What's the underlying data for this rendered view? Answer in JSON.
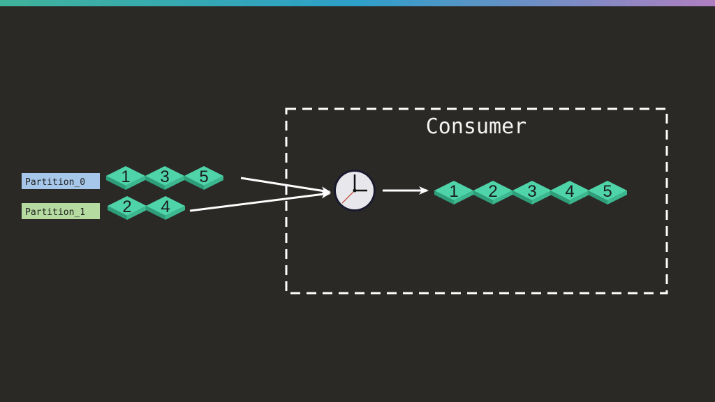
{
  "consumer": {
    "title": "Consumer"
  },
  "partitions": [
    {
      "label": "Partition_0",
      "color": "#a7c7ea",
      "messages": [
        "1",
        "3",
        "5"
      ]
    },
    {
      "label": "Partition_1",
      "color": "#b5dba1",
      "messages": [
        "2",
        "4"
      ]
    }
  ],
  "output": {
    "messages": [
      "1",
      "2",
      "3",
      "4",
      "5"
    ]
  },
  "icons": {
    "clock": "clock-icon"
  },
  "colors": {
    "background": "#2b2926",
    "tile_top": "#4fd4aa",
    "tile_side": "#2e9e7a",
    "arrow": "#ffffff",
    "dashed_box": "#ffffff"
  }
}
